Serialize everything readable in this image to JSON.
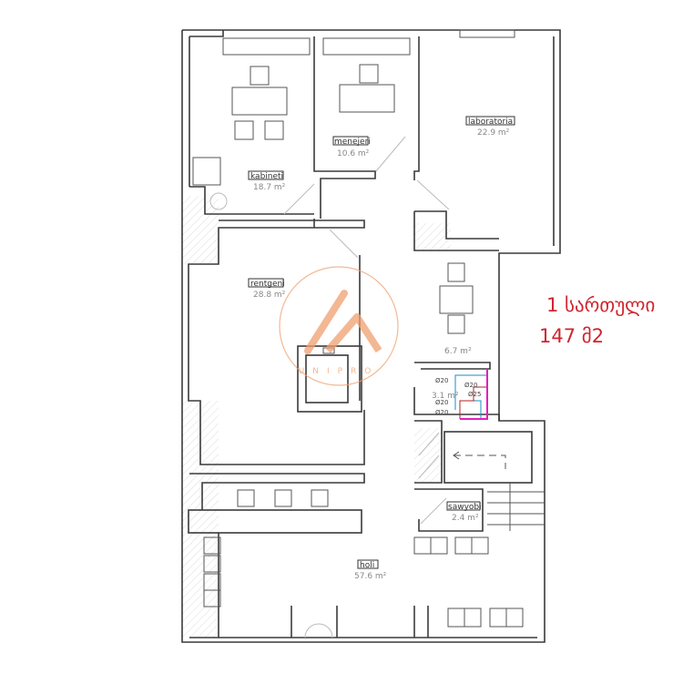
{
  "plan": {
    "floor_label": "1 სართული",
    "total_area": "147 მ2",
    "watermark": "UNIPRO",
    "rooms": [
      {
        "name": "kabineti",
        "area": "18.7 m²"
      },
      {
        "name": "menejeri",
        "area": "10.6 m²"
      },
      {
        "name": "laboratoria",
        "area": "22.9 m²"
      },
      {
        "name": "rentgeni",
        "area": "28.8 m²"
      },
      {
        "name": "",
        "area": "6.7 m²"
      },
      {
        "name": "",
        "area": "3.1 m²"
      },
      {
        "name": "sawyobi",
        "area": "2.4 m²"
      },
      {
        "name": "holi",
        "area": "57.6 m²"
      }
    ],
    "pipes": [
      "Ø20",
      "Ø20",
      "Ø25",
      "Ø20",
      "Ø20"
    ]
  },
  "colors": {
    "annotation": "#d0252f",
    "watermark": "#f0a070",
    "pipe_blue": "#1a8fc0",
    "pipe_magenta": "#e020c0"
  }
}
